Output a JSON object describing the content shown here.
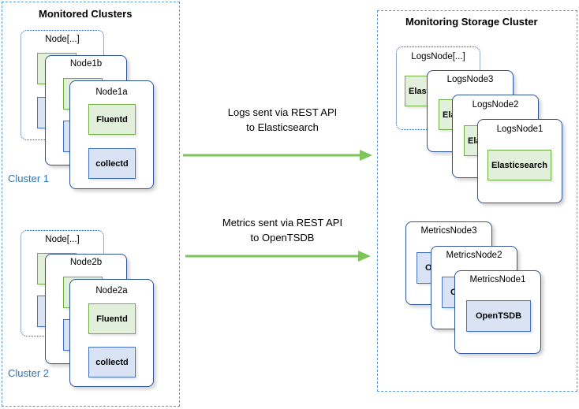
{
  "monitored_clusters": {
    "title": "Monitored Clusters",
    "clusters": [
      {
        "label": "Cluster 1",
        "nodes": [
          {
            "name": "Node[...]"
          },
          {
            "name": "Node1b"
          },
          {
            "name": "Node1a",
            "components": [
              "Fluentd",
              "collectd"
            ]
          }
        ]
      },
      {
        "label": "Cluster 2",
        "nodes": [
          {
            "name": "Node[...]"
          },
          {
            "name": "Node2b"
          },
          {
            "name": "Node2a",
            "components": [
              "Fluentd",
              "collectd"
            ]
          }
        ]
      }
    ]
  },
  "flows": [
    {
      "line1": "Logs sent via REST API",
      "line2": "to Elasticsearch"
    },
    {
      "line1": "Metrics sent via REST API",
      "line2": "to OpenTSDB"
    }
  ],
  "storage_cluster": {
    "title": "Monitoring Storage Cluster",
    "logs_nodes": [
      {
        "name": "LogsNode[...]",
        "component": "Elasticsearch"
      },
      {
        "name": "LogsNode3",
        "component": "Elasticsearch"
      },
      {
        "name": "LogsNode2",
        "component": "Elasticsearch"
      },
      {
        "name": "LogsNode1",
        "component": "Elasticsearch"
      }
    ],
    "metrics_nodes": [
      {
        "name": "MetricsNode3",
        "component": "OpenTSDB"
      },
      {
        "name": "MetricsNode2",
        "component": "OpenTSDB"
      },
      {
        "name": "MetricsNode1",
        "component": "OpenTSDB"
      }
    ]
  },
  "colors": {
    "region_border": "#5b9bd5",
    "node_border": "#2e5597",
    "green_fill": "#e2efda",
    "green_border": "#70ad47",
    "blue_fill": "#dae3f3",
    "blue_border": "#4472c4",
    "arrow": "#7dc55a",
    "cluster_label": "#2e75b6"
  }
}
